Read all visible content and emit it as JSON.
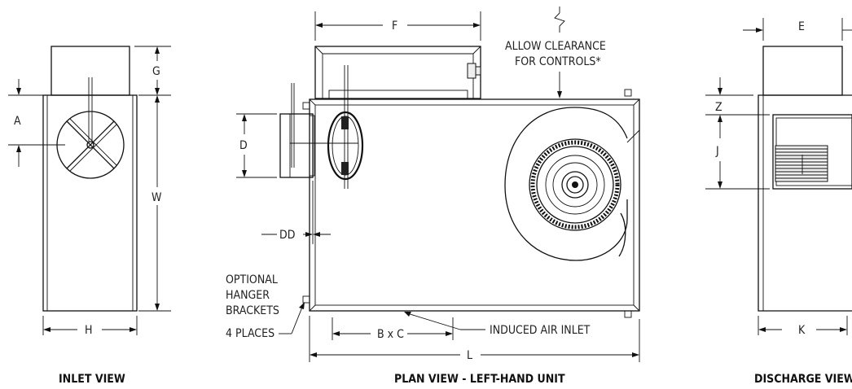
{
  "captions": {
    "inlet_view": "INLET VIEW",
    "plan_view": "PLAN VIEW - LEFT-HAND UNIT",
    "discharge_view": "DISCHARGE VIEW"
  },
  "dimensions": {
    "a": "A",
    "g": "G",
    "w": "W",
    "h": "H",
    "f": "F",
    "d": "D",
    "dd": "DD",
    "bxc": "B x C",
    "l": "L",
    "e": "E",
    "z": "Z",
    "j": "J",
    "k": "K"
  },
  "notes": {
    "clearance_line1": "ALLOW CLEARANCE",
    "clearance_line2": "FOR CONTROLS*",
    "hanger_line1": "OPTIONAL",
    "hanger_line2": "HANGER",
    "hanger_line3": "BRACKETS",
    "hanger_line4": "4 PLACES",
    "induced_air_inlet": "INDUCED AIR INLET"
  }
}
